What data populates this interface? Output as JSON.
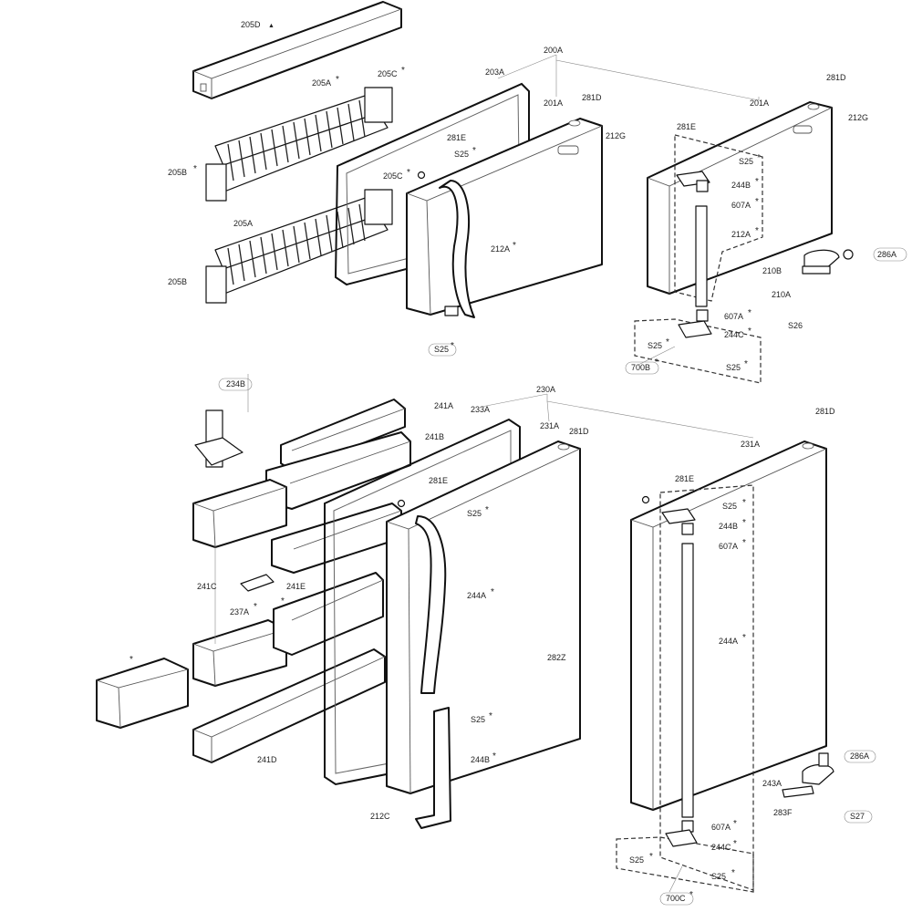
{
  "labels": {
    "l205D": "205D",
    "l205A_top": "205A",
    "l205C_top": "205C",
    "l205B_top": "205B",
    "l205A_bot": "205A",
    "l205B_bot": "205B",
    "l205C_mid": "205C",
    "l200A": "200A",
    "l203A": "203A",
    "l201A_l": "201A",
    "l281D_l": "281D",
    "l212G_l": "212G",
    "l281E_l": "281E",
    "lS25_a": "S25",
    "l212A_l": "212A",
    "lS25_b": "S25",
    "l281D_r": "281D",
    "l201A_r": "201A",
    "l212G_r": "212G",
    "l281E_r": "281E",
    "lS25_c": "S25",
    "l244B_r": "244B",
    "l607A_r": "607A",
    "l212A_r": "212A",
    "l286A_top": "286A",
    "l210B": "210B",
    "l210A": "210A",
    "l607A_r2": "607A",
    "l244C_r": "244C",
    "lS26": "S26",
    "lS25_d": "S25",
    "l700B": "700B",
    "lS25_e": "S25",
    "l234B": "234B",
    "l241A": "241A",
    "l233A": "233A",
    "l230A": "230A",
    "l231A_l": "231A",
    "l281D_bl": "281D",
    "l241B": "241B",
    "l281E_bl": "281E",
    "lS25_f": "S25",
    "l241C": "241C",
    "l241E": "241E",
    "l237A": "237A",
    "l244A_l": "244A",
    "l282Z": "282Z",
    "lS25_g": "S25",
    "l244B_l": "244B",
    "l241D": "241D",
    "l212C": "212C",
    "l281D_br": "281D",
    "l231A_r": "231A",
    "l281E_br": "281E",
    "lS25_h": "S25",
    "l244B_br": "244B",
    "l607A_br": "607A",
    "l244A_br": "244A",
    "l286A_bot": "286A",
    "l243A": "243A",
    "l283F": "283F",
    "lS27": "S27",
    "l607A_br2": "607A",
    "l244C_br": "244C",
    "lS25_i": "S25",
    "lS25_j": "S25",
    "l700C": "700C"
  },
  "symbols": {
    "star": "*",
    "triangle": "▲"
  }
}
